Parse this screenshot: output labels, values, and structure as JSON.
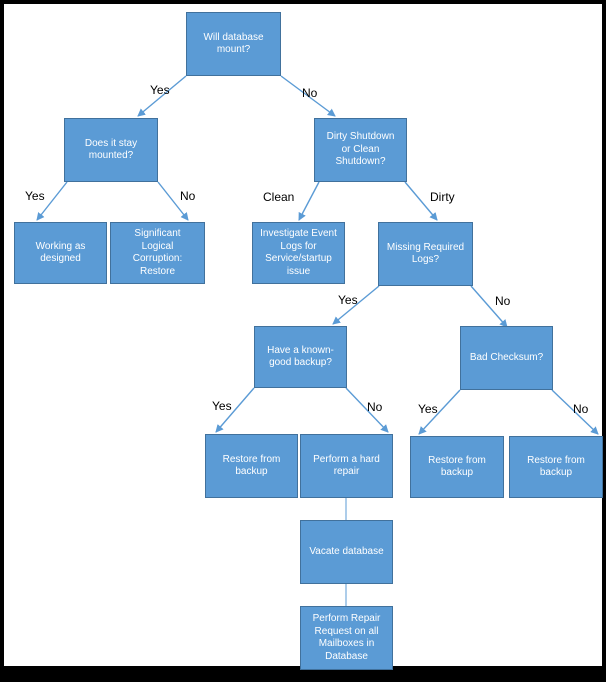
{
  "diagram": {
    "colors": {
      "node_fill": "#5b9bd5",
      "node_border": "#41719c",
      "edge": "#5b9bd5"
    },
    "nodes": {
      "will_mount": "Will database\nmount?",
      "stay_mounted": "Does it stay\nmounted?",
      "dirty_or_clean": "Dirty Shutdown\nor Clean\nShutdown?",
      "working": "Working as\ndesigned",
      "corruption": "Significant\nLogical\nCorruption:\nRestore",
      "event_logs": "Investigate Event\nLogs for\nService/startup\nissue",
      "missing_logs": "Missing Required\nLogs?",
      "known_good_backup": "Have a known-\ngood backup?",
      "bad_checksum": "Bad Checksum?",
      "restore_1": "Restore from\nbackup",
      "hard_repair": "Perform a hard\nrepair",
      "restore_2": "Restore from\nbackup",
      "restore_3": "Restore from\nbackup",
      "vacate": "Vacate database",
      "repair_request": "Perform Repair\nRequest on all\nMailboxes in\nDatabase"
    },
    "edge_labels": {
      "yes_1": "Yes",
      "no_1": "No",
      "yes_2": "Yes",
      "no_2": "No",
      "clean": "Clean",
      "dirty": "Dirty",
      "yes_3": "Yes",
      "no_3": "No",
      "yes_4": "Yes",
      "no_4": "No",
      "yes_5": "Yes",
      "no_5": "No"
    }
  }
}
